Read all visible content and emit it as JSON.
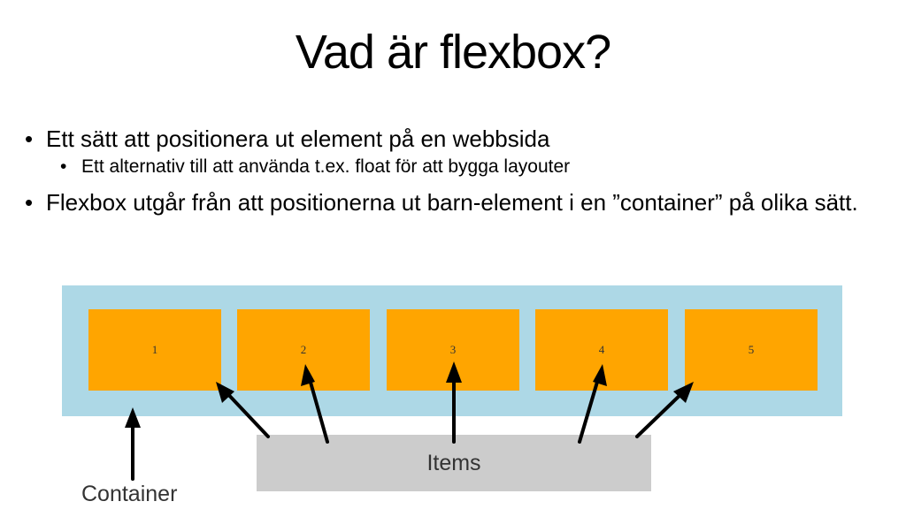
{
  "slide": {
    "title": "Vad är flexbox?",
    "bullets": [
      {
        "level": 1,
        "text": "Ett sätt att positionera ut element på en webbsida"
      },
      {
        "level": 2,
        "text": "Ett alternativ till att använda t.ex. float för att bygga layouter"
      },
      {
        "level": 1,
        "text": "Flexbox utgår från att positionerna ut barn-element i en ”container” på olika sätt."
      }
    ]
  },
  "diagram": {
    "items": [
      "1",
      "2",
      "3",
      "4",
      "5"
    ],
    "items_label": "Items",
    "container_label": "Container",
    "colors": {
      "container": "#add8e6",
      "item": "#ffa500",
      "items_box": "#cccccc"
    }
  }
}
